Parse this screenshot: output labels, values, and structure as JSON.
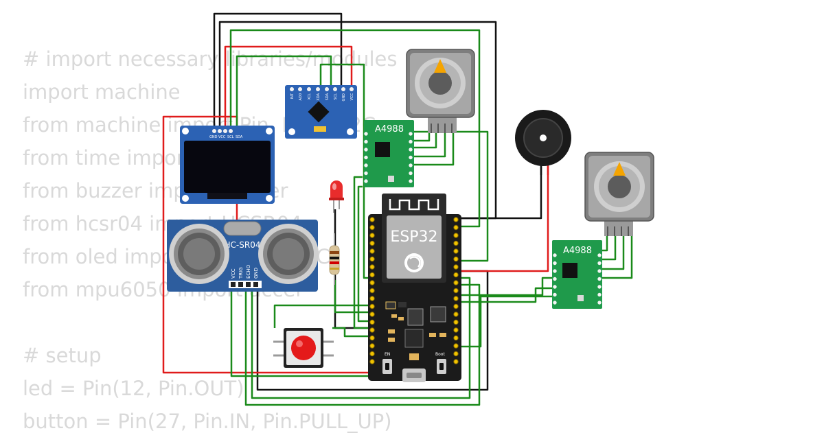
{
  "code_lines": [
    "# import necessary libraries/modules",
    "import machine",
    "from machine import Pin, PWM, I2C",
    "from time import sleep",
    "from buzzer import Buzzer",
    "from hcsr04 import HCSR04",
    "from oled import SSD1306_I2C",
    "from mpu6050 import accel",
    "",
    "# setup",
    "led = Pin(12, Pin.OUT)",
    "button = Pin(27, Pin.IN, Pin.PULL_UP)"
  ],
  "components": {
    "esp32": {
      "label": "ESP32",
      "en_label": "EN",
      "boot_label": "Boot"
    },
    "oled": {
      "pins": [
        "GND",
        "VCC",
        "SCL",
        "SDA"
      ]
    },
    "mpu6050": {
      "pins": [
        "INT",
        "AD0",
        "XCL",
        "XDA",
        "SDA",
        "SCL",
        "GND",
        "VCC"
      ]
    },
    "ultrasonic": {
      "label": "HC-SR04",
      "pins": [
        "VCC",
        "TRIG",
        "ECHO",
        "GND"
      ]
    },
    "driver_1": {
      "label": "A4988"
    },
    "driver_2": {
      "label": "A4988"
    }
  },
  "colors": {
    "wire_black": "#111111",
    "wire_red": "#e01b1b",
    "wire_green": "#1a8a1a",
    "board": "#1b1b1b",
    "pcb_blue": "#2c62b4",
    "driver_green": "#1f9a4b",
    "stepper_body": "#9a9a9a",
    "stepper_arrow": "#f5a400",
    "button_red": "#e41a1a",
    "led_red": "#e82c2c"
  }
}
